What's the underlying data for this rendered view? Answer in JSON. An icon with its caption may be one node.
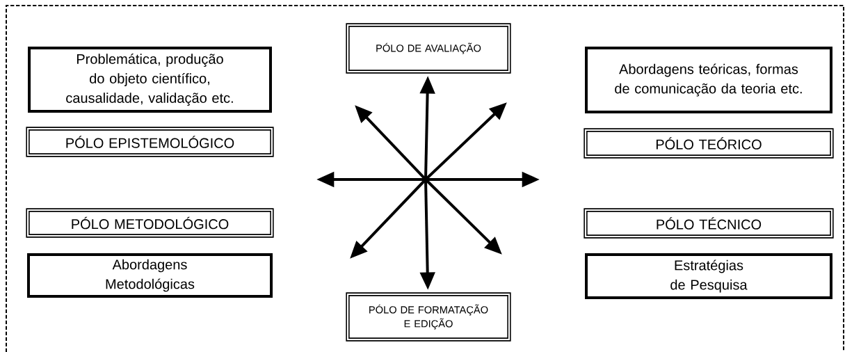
{
  "diagram": {
    "nodes": [
      {
        "text": [
          "Problemática, produção do objeto científico, causalidade, validação etc."
        ]
      },
      {
        "text": [
          "PÓLO DE AVALIAÇÃO"
        ]
      },
      {
        "text": [
          "Abordagens teóricas, formas de comunicação da teoria etc."
        ]
      },
      {
        "text": [
          "PÓLO EPISTEMOLÓGICO"
        ]
      },
      {
        "text": [
          "PÓLO TEÓRICO"
        ]
      },
      {
        "text": [
          "PÓLO METODOLÓGICO"
        ]
      },
      {
        "text": [
          "PÓLO TÉCNICO"
        ]
      },
      {
        "text": [
          "Abordagens Metodológicas"
        ]
      },
      {
        "text": [
          "Estratégias de Pesquisa"
        ]
      },
      {
        "text": [
          "PÓLO DE FORMATAÇÃO E EDIÇÃO"
        ]
      }
    ],
    "edges": [
      {
        "from": null,
        "to": 1,
        "arrow": "to"
      },
      {
        "from": null,
        "to": 9,
        "arrow": "to"
      }
    ]
  }
}
